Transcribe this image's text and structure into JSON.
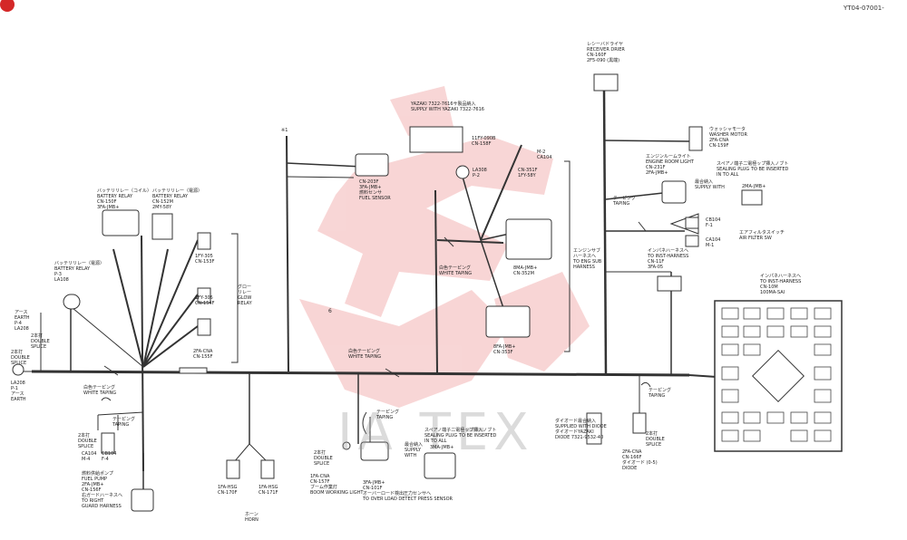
{
  "header": {
    "doc_code": "YT04-07001-"
  },
  "watermark": {
    "logo_text": "IA TEX"
  },
  "labels": {
    "receiver": [
      "レシーバドライヤ",
      "RECEIVER DRIER",
      "CN-160F",
      "2F5-090 (黒端)"
    ],
    "yazaki": [
      "YAZAKI 7322-7616サ製品納入",
      "SUPPLY WITH YAZAKI 7322-7616"
    ],
    "cn158": [
      "11FY-090B",
      "CN-158F"
    ],
    "note1": "※1",
    "m2": [
      "M-2",
      "CA104"
    ],
    "la308": [
      "LA308",
      "P-2"
    ],
    "cn351": [
      "CN-351F",
      "1FY-58Y"
    ],
    "cn203": [
      "CN-203F",
      "3FA-JMB+",
      "燃料センサ",
      "FUEL SENSOR"
    ],
    "washer": [
      "ウォッシャモータ",
      "WASHER MOTOR",
      "2FA-CNA",
      "CN-159F"
    ],
    "engine_light": [
      "エンジンルームライト",
      "ENGINE ROOM LIGHT",
      "CN-231F",
      "2FA-JMB+"
    ],
    "sealing_top": [
      "スペアノ端子二電極ップ挿入ノブト",
      "SEALING PLUG TO BE INSERTED",
      "IN TO ALL"
    ],
    "supply_top": [
      "最合納入",
      "SUPPLY WITH",
      "2MA-JMB+"
    ],
    "taping_right": [
      "テーピング",
      "TAPING"
    ],
    "cb104_f1": [
      "CB104",
      "F-1"
    ],
    "ca104_m1": [
      "CA104",
      "M-1"
    ],
    "air_filter": [
      "エアフィルタスイッチ",
      "AIR FILTER SW"
    ],
    "inst1": [
      "インパネハーネスへ",
      "TO INST-HARNESS",
      "CN-11F",
      "3FA-05"
    ],
    "inst2": [
      "インパネハーネスへ",
      "TO INST-HARNESS",
      "CN-10M",
      "100MA-SAI"
    ],
    "eng_sub": [
      "エンジンサブ",
      "ハーネスへ",
      "TO ENG SUB",
      "HARNESS"
    ],
    "white_tape_mid": [
      "白色テーピング",
      "WHITE TAPING"
    ],
    "cn352": [
      "8MA-JMB+",
      "CN-352M"
    ],
    "cn353": [
      "8FA-JMB+",
      "CN-353F"
    ],
    "white_tape_bottom": [
      "白色テーピング",
      "WHITE TAPING"
    ],
    "wire6": "6",
    "battery1": [
      "バッテリリレー（コイル）",
      "BATTERY RELAY",
      "CN-150F",
      "3FA-JMB+"
    ],
    "battery2": [
      "バッテリリレー（電源）",
      "BATTERY RELAY",
      "CN-152M",
      "2MY-58Y"
    ],
    "battery3": [
      "バッテリリレー（電源）",
      "BATTERY RELAY",
      "P-3",
      "LA108"
    ],
    "cn153": [
      "1FY-305",
      "CN-153F"
    ],
    "cn154": [
      "1FY-305",
      "CN-154F"
    ],
    "glow": [
      "グロー",
      "リレー",
      "GLOW",
      "RELAY"
    ],
    "cn155": [
      "2FA-CNA",
      "CN-155F"
    ],
    "earth_top": [
      "アース",
      "EARTH",
      "P-4",
      "LA208"
    ],
    "double_top": [
      "2本打",
      "DOUBLE",
      "SPLICE"
    ],
    "double_left": [
      "2本打",
      "DOUBLE",
      "SPLICE"
    ],
    "earth_bottom": [
      "LA208",
      "P-1",
      "アース",
      "EARTH"
    ],
    "white_tape_left": [
      "白色テーピング",
      "WHITE TAPING"
    ],
    "double_bl": [
      "2本打",
      "DOUBLE",
      "SPLICE"
    ],
    "taping_bl": [
      "テーピング",
      "TAPING"
    ],
    "ca104_m4": [
      "CA104",
      "M-4"
    ],
    "cb104_f4": [
      "CB104",
      "F-4"
    ],
    "fuel_pump": [
      "燃料供給ポンプ",
      "FUEL PUMP",
      "2FA-JMB+",
      "CN-156F",
      "右ガードハーネスへ",
      "TO RIGHT",
      "GUARD HARNESS"
    ],
    "horn1": [
      "1FA-HSG",
      "CN-170F"
    ],
    "horn2": [
      "1FA-HSG",
      "CN-171F"
    ],
    "horn": [
      "ホーン",
      "HORN"
    ],
    "double_mid": [
      "2本打",
      "DOUBLE",
      "SPLICE"
    ],
    "boom": [
      "1FA-CNA",
      "CN-157F",
      "ブーム作業灯",
      "BOOM WORKING LIGHT"
    ],
    "taping_mid": [
      "テーピング",
      "TAPING"
    ],
    "overload": [
      "3FA-JMB+",
      "CN-101F",
      "オーバーロード検出圧力センサへ",
      "TO OVER LOAD DETECT PRESS SENSOR"
    ],
    "sealing_bottom": [
      "スペアノ端子二電極ップ挿入ノブト",
      "SEALING PLUG TO BE INSERTED",
      "IN TO ALL"
    ],
    "supply_bottom": [
      "最合納入",
      "SUPPLY",
      "WITH",
      "3MA-JMB+"
    ],
    "diode_supply": [
      "ダイオード最合納入",
      "SUPPLIED WITH DIODE",
      "ダイオードYAZAKI",
      "DIODE 7321-9532-40"
    ],
    "double_right": [
      "2本打",
      "DOUBLE",
      "SPLICE"
    ],
    "cn166": [
      "2FA-CNA",
      "CN-166F",
      "ダイオード (0-5)",
      "DIODE"
    ],
    "taping_br": [
      "テーピング",
      "TAPING"
    ]
  }
}
